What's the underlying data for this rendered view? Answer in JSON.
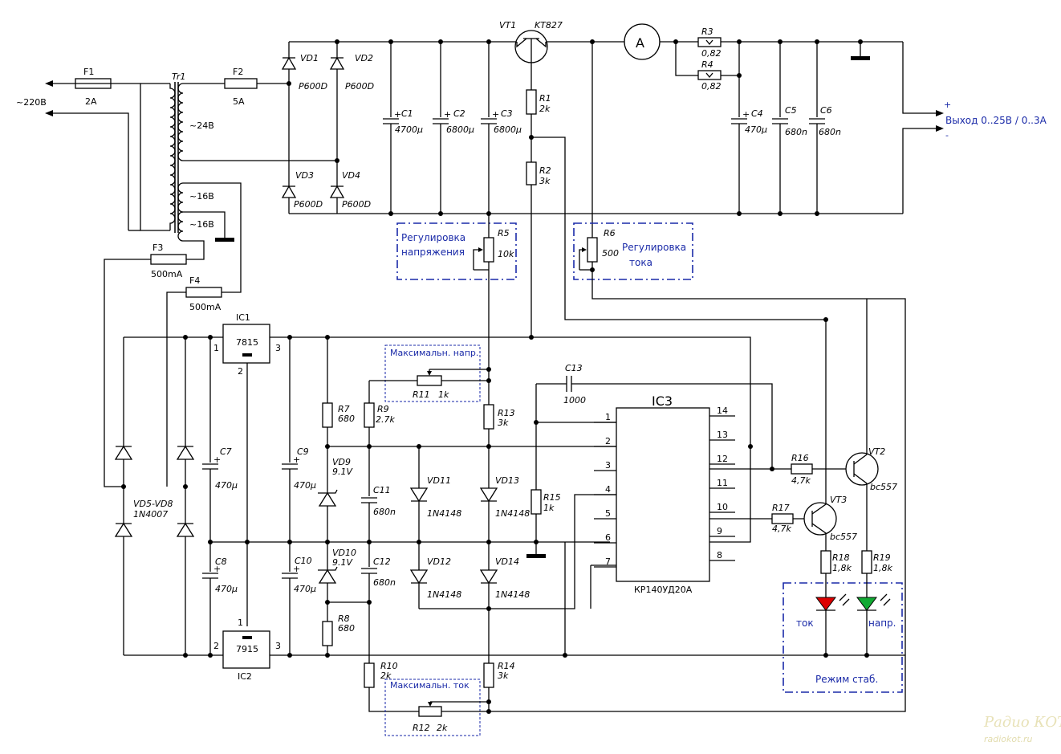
{
  "labels": {
    "mains": "~220В",
    "f1": "F1",
    "f1v": "2A",
    "f2": "F2",
    "f2v": "5A",
    "f3": "F3",
    "f3v": "500mA",
    "f4": "F4",
    "f4v": "500mA",
    "tr1": "Tr1",
    "v24": "~24В",
    "v16a": "~16В",
    "v16b": "~16В",
    "vd1": "VD1",
    "vd2": "VD2",
    "vd3": "VD3",
    "vd4": "VD4",
    "p600a": "P600D",
    "p600b": "P600D",
    "p600c": "P600D",
    "p600d": "P600D",
    "c1": "C1",
    "c1v": "4700µ",
    "c2": "C2",
    "c2v": "6800µ",
    "c3": "C3",
    "c3v": "6800µ",
    "vt1": "VT1",
    "vt1v": "KT827",
    "ammeter": "A",
    "r1": "R1",
    "r1v": "2k",
    "r2": "R2",
    "r2v": "3k",
    "r3": "R3",
    "r3v": "0,82",
    "r4": "R4",
    "r4v": "0,82",
    "c4": "C4",
    "c4v": "470µ",
    "c5": "C5",
    "c5v": "680n",
    "c6": "C6",
    "c6v": "680n",
    "out_plus": "+",
    "out_minus": "-",
    "output": "Выход 0..25В / 0..3А",
    "r5": "R5",
    "r5v": "10k",
    "reg_v1": "Регулировка",
    "reg_v2": "напряжения",
    "r6": "R6",
    "r6v": "500",
    "reg_i1": "Регулировка",
    "reg_i2": "тока",
    "ic1": "IC1",
    "ic1v": "7815",
    "ic2": "IC2",
    "ic2v": "7915",
    "ic3": "IC3",
    "ic3v": "КР140УД20А",
    "pin1a": "1",
    "pin2a": "2",
    "pin3a": "3",
    "pin1b": "1",
    "pin2b": "2",
    "pin3b": "3",
    "maxv": "Максимальн. напр.",
    "r11": "R11",
    "r11v": "1k",
    "maxi": "Максимальн. ток",
    "r12": "R12",
    "r12v": "2k",
    "c13": "C13",
    "c13v": "1000",
    "r7": "R7",
    "r7v": "680",
    "r8": "R8",
    "r8v": "680",
    "r9": "R9",
    "r9v": "2.7k",
    "r10": "R10",
    "r10v": "2k",
    "r13": "R13",
    "r13v": "3k",
    "r14": "R14",
    "r14v": "3k",
    "r15": "R15",
    "r15v": "1k",
    "r16": "R16",
    "r16v": "4,7k",
    "r17": "R17",
    "r17v": "4,7k",
    "r18": "R18",
    "r18v": "1,8k",
    "r19": "R19",
    "r19v": "1,8k",
    "vt2": "VT2",
    "vt2v": "bc557",
    "vt3": "VT3",
    "vt3v": "bc557",
    "vd9": "VD9",
    "vd9v": "9.1V",
    "vd10": "VD10",
    "vd10v": "9.1V",
    "vd11": "VD11",
    "vd12": "VD12",
    "vd13": "VD13",
    "vd14": "VD14",
    "d4148a": "1N4148",
    "d4148b": "1N4148",
    "d4148c": "1N4148",
    "d4148d": "1N4148",
    "c7": "C7",
    "c7v": "470µ",
    "c8": "C8",
    "c8v": "470µ",
    "c9": "C9",
    "c9v": "470µ",
    "c10": "C10",
    "c10v": "470µ",
    "c11": "C11",
    "c11v": "680n",
    "c12": "C12",
    "c12v": "680n",
    "vd58": "VD5-VD8",
    "vd58v": "1N4007",
    "led_i": "ток",
    "led_v": "напр.",
    "mode": "Режим стаб.",
    "pins_left": [
      "1",
      "2",
      "3",
      "4",
      "5",
      "6",
      "7"
    ],
    "pins_right": [
      "14",
      "13",
      "12",
      "11",
      "10",
      "9",
      "8"
    ],
    "wm1": "Радио КОТ",
    "wm2": "radiokot.ru"
  }
}
